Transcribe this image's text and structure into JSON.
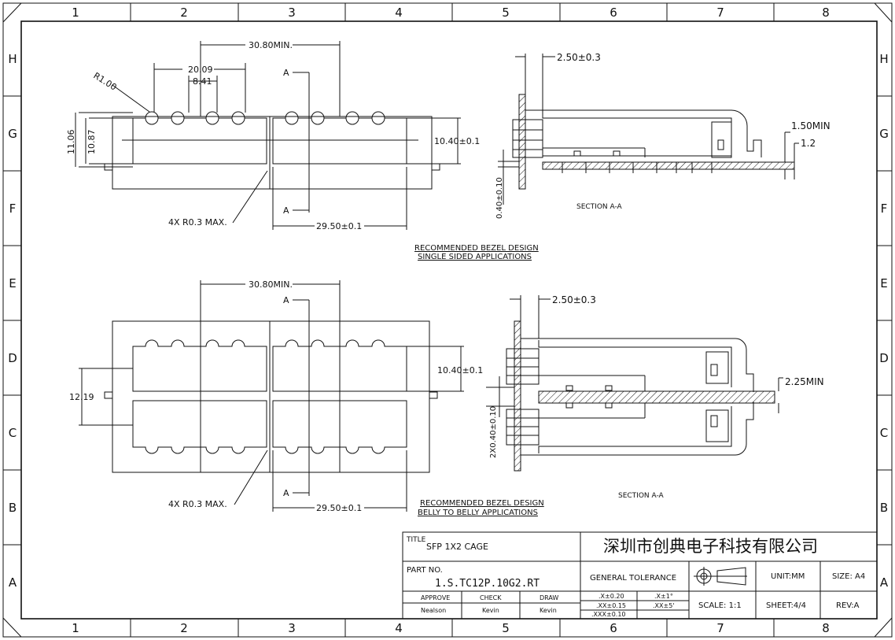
{
  "grid": {
    "columns": [
      "1",
      "2",
      "3",
      "4",
      "5",
      "6",
      "7",
      "8"
    ],
    "rows": [
      "H",
      "G",
      "F",
      "E",
      "D",
      "C",
      "B",
      "A"
    ]
  },
  "top_view": {
    "dim_overall_width": "30.80MIN.",
    "dim_pitch_a": "20.09",
    "dim_pitch_b": "8.41",
    "radius_label": "R1.00",
    "dim_h1": "11.06",
    "dim_h2": "10.87",
    "dim_opening_height": "10.40±0.1",
    "corner_note": "4X R0.3 MAX.",
    "dim_opening_width": "29.50±0.1",
    "section_mark": "A",
    "caption_1": "RECOMMENDED BEZEL DESIGN",
    "caption_2": "SINGLE SIDED APPLICATIONS"
  },
  "top_section": {
    "dim_top": "2.50±0.3",
    "dim_right_a": "1.50MIN",
    "dim_right_b": "1.2",
    "dim_left": "0.40±0.10",
    "label": "SECTION A-A"
  },
  "bottom_view": {
    "dim_overall_width": "30.80MIN.",
    "dim_opening_height": "10.40±0.1",
    "dim_pitch": "12.19",
    "corner_note": "4X R0.3 MAX.",
    "dim_opening_width": "29.50±0.1",
    "section_mark": "A",
    "caption_1": "RECOMMENDED BEZEL DESIGN",
    "caption_2": "BELLY TO BELLY APPLICATIONS"
  },
  "bottom_section": {
    "dim_top": "2.50±0.3",
    "dim_right": "2.25MIN",
    "dim_left": "2X0.40±0.10",
    "label": "SECTION A-A"
  },
  "title_block": {
    "title_label": "TITLE",
    "title_value": "SFP 1X2 CAGE",
    "company": "深圳市创典电子科技有限公司",
    "part_label": "PART NO.",
    "part_value": "1.S.TC12P.10G2.RT",
    "general_tolerance": "GENERAL TOLERANCE",
    "unit": "UNIT:MM",
    "size": "SIZE: A4",
    "approve_label": "APPROVE",
    "check_label": "CHECK",
    "draw_label": "DRAW",
    "approve_name": "Nealson",
    "check_name": "Kevin",
    "draw_name": "Kevin",
    "tol_1": ".X±0.20",
    "tol_2": ".XX±0.15",
    "tol_3": ".XXX±0.10",
    "ang_1": ".X±1°",
    "ang_2": ".XX±5'",
    "scale": "SCALE: 1:1",
    "sheet": "SHEET:4/4",
    "rev": "REV:A"
  }
}
